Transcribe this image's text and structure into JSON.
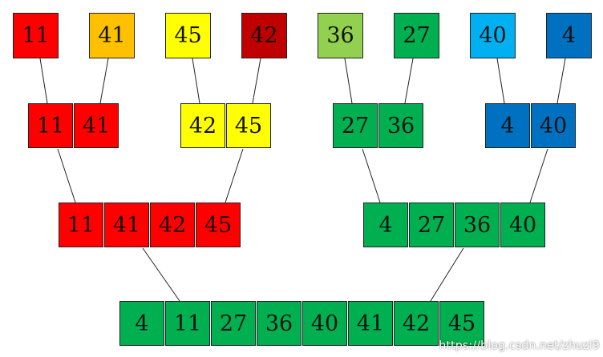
{
  "colors": {
    "red": "#ff0000",
    "orange": "#ffc000",
    "yellow": "#ffff00",
    "dark_red": "#c00000",
    "light_green": "#92d050",
    "green": "#00b050",
    "light_blue": "#00b0f0",
    "blue": "#0070c0"
  },
  "levels": {
    "leaves": [
      {
        "values": [
          "11"
        ],
        "color": "#ff0000"
      },
      {
        "values": [
          "41"
        ],
        "color": "#ffc000"
      },
      {
        "values": [
          "45"
        ],
        "color": "#ffff00"
      },
      {
        "values": [
          "42"
        ],
        "color": "#c00000"
      },
      {
        "values": [
          "36"
        ],
        "color": "#92d050"
      },
      {
        "values": [
          "27"
        ],
        "color": "#00b050"
      },
      {
        "values": [
          "40"
        ],
        "color": "#00b0f0"
      },
      {
        "values": [
          "4"
        ],
        "color": "#0070c0"
      }
    ],
    "pairs": [
      {
        "values": [
          "11",
          "41"
        ],
        "color": "#ff0000"
      },
      {
        "values": [
          "42",
          "45"
        ],
        "color": "#ffff00"
      },
      {
        "values": [
          "27",
          "36"
        ],
        "color": "#00b050"
      },
      {
        "values": [
          "4",
          "40"
        ],
        "color": "#0070c0"
      }
    ],
    "quads": [
      {
        "values": [
          "11",
          "41",
          "42",
          "45"
        ],
        "color": "#ff0000"
      },
      {
        "values": [
          "4",
          "27",
          "36",
          "40"
        ],
        "color": "#00b050"
      }
    ],
    "final": [
      {
        "values": [
          "4",
          "11",
          "27",
          "36",
          "40",
          "41",
          "42",
          "45"
        ],
        "color": "#00b050"
      }
    ]
  },
  "watermark": "https://blog.csdn.net/zhuzi9"
}
